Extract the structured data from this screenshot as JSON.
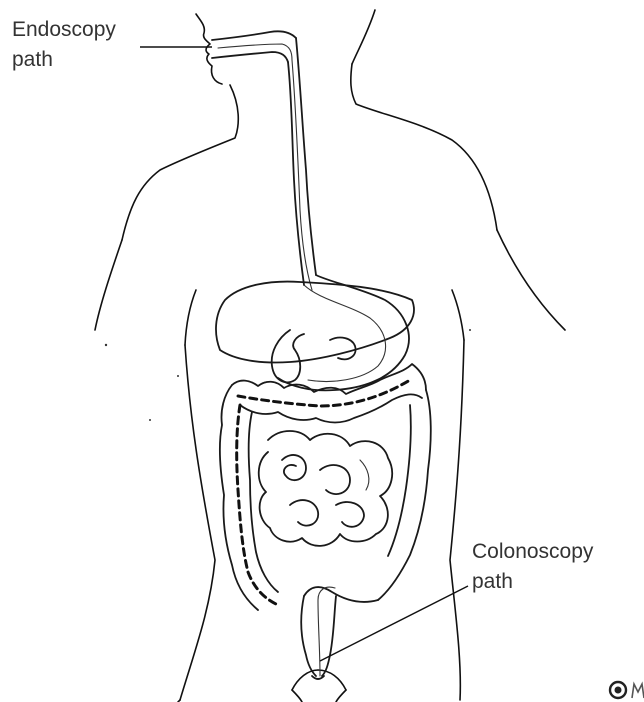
{
  "labels": {
    "endoscopy_line1": "Endoscopy",
    "endoscopy_line2": "path",
    "colonoscopy_line1": "Colonoscopy",
    "colonoscopy_line2": "path"
  },
  "colors": {
    "ink": "#111111",
    "label_text": "#333333",
    "background": "#ffffff"
  },
  "icons": {
    "corner_logo": "partial-logo-icon"
  }
}
